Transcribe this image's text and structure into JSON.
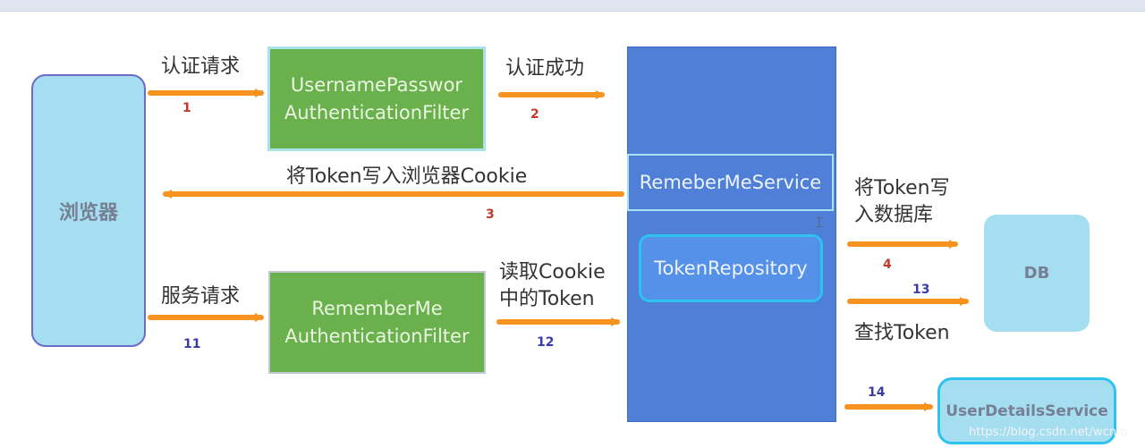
{
  "nodes": {
    "browser": "浏览器",
    "username_filter": [
      "UsernamePasswor",
      "AuthenticationFilter"
    ],
    "rememberme_filter": [
      "RememberMe",
      "AuthenticationFilter"
    ],
    "remember_service": "RemeberMeService",
    "token_repository": "TokenRepository",
    "db": "DB",
    "user_details_service": "UserDetailsService"
  },
  "labels": {
    "auth_request": "认证请求",
    "auth_success": "认证成功",
    "write_cookie": "将Token写入浏览器Cookie",
    "write_db": [
      "将Token写",
      "入数据库"
    ],
    "service_request": "服务请求",
    "read_cookie": [
      "读取Cookie",
      "中的Token"
    ],
    "find_token": "查找Token"
  },
  "steps": {
    "s1": "1",
    "s2": "2",
    "s3": "3",
    "s4": "4",
    "s11": "11",
    "s12": "12",
    "s13": "13",
    "s14": "14"
  },
  "watermark": "https://blog.csdn.net/wcnlb",
  "colors": {
    "arrow": "#f7931e",
    "box_light_blue": "#a4def0",
    "filter_green": "#6ab04c",
    "service_blue": "#4f7fd6",
    "step_red": "#c23a2b",
    "step_purple": "#3b3ba6"
  }
}
